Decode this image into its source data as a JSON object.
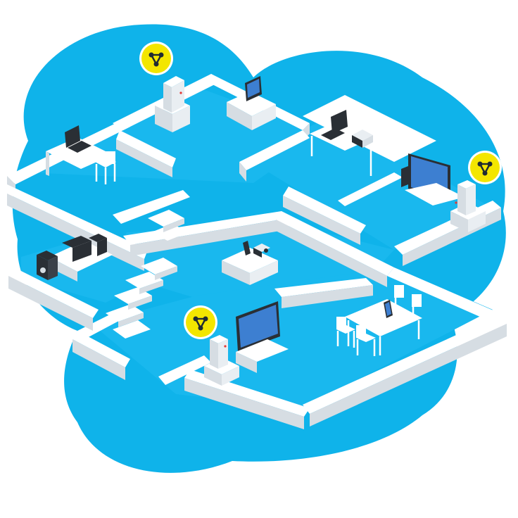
{
  "colors": {
    "background": "#ffffff",
    "cloud": "#0fb3ea",
    "cloud_deep": "#0aa2dc",
    "floor": "#19b8ee",
    "wall_top": "#ffffff",
    "wall_side": "#d6dde3",
    "wall_face": "#e9eef2",
    "node_badge": "#f3e600",
    "node_badge_ring": "#ffffff",
    "node_glyph": "#1f2a33",
    "device_dark": "#2a2f35",
    "screen": "#3d7fd1",
    "red_led": "#e53935"
  },
  "mesh_nodes": [
    {
      "name": "mesh-node-top",
      "icon": "mesh-network-icon"
    },
    {
      "name": "mesh-node-right",
      "icon": "mesh-network-icon"
    },
    {
      "name": "mesh-node-bottom",
      "icon": "mesh-network-icon"
    }
  ],
  "devices": [
    "laptop",
    "desktop-monitor",
    "laptop-desk",
    "printer",
    "tv",
    "stereo-system",
    "speaker",
    "projector",
    "tablet",
    "tv-bottom"
  ],
  "furniture": [
    "chair",
    "dining-table",
    "dining-chair",
    "dining-chair",
    "staircase"
  ]
}
